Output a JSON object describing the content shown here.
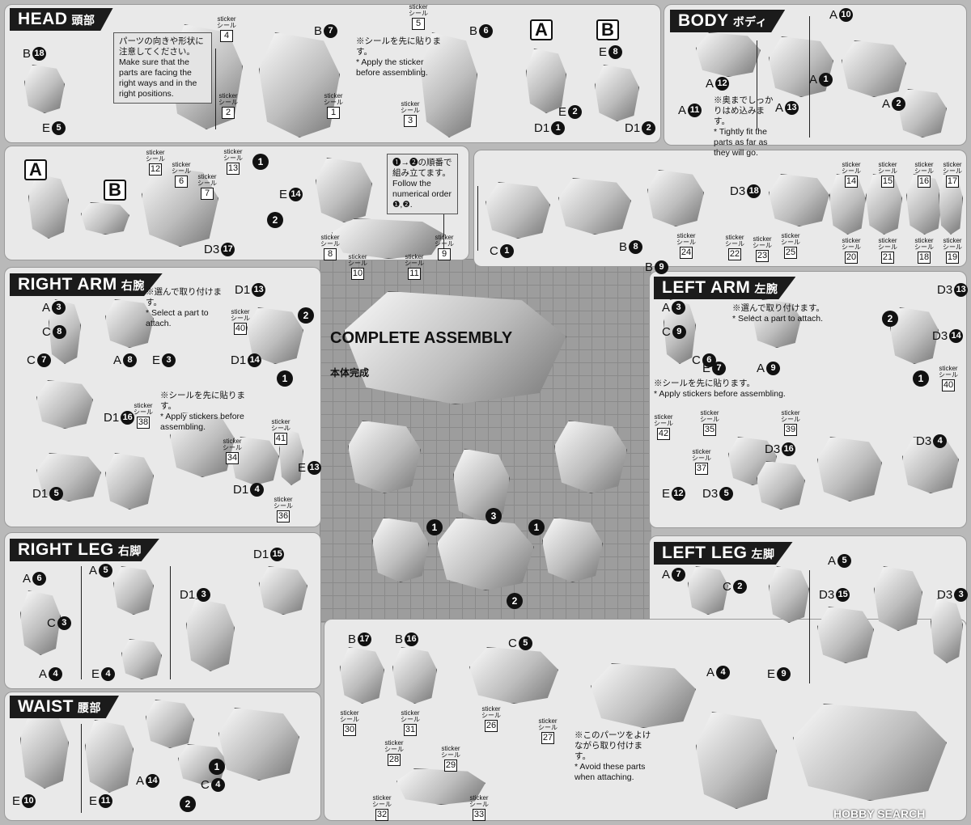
{
  "head": {
    "title": "HEAD",
    "title_jp": "頭部",
    "parts": [
      [
        "B",
        "18"
      ],
      [
        "E",
        "5"
      ],
      [
        "B",
        "7"
      ],
      [
        "B",
        "6"
      ],
      [
        "E",
        "2"
      ],
      [
        "D1",
        "1"
      ],
      [
        "E",
        "8"
      ],
      [
        "D1",
        "2"
      ]
    ],
    "letters": [
      "A",
      "B"
    ],
    "stickers": [
      "4",
      "2",
      "5",
      "1",
      "3"
    ],
    "notes": [
      {
        "jp": "パーツの向きや形状に注意してください。",
        "en": "Make sure that the parts are facing the right ways and in the right positions."
      },
      {
        "jp": "※シールを先に貼ります。",
        "en": "* Apply the sticker before assembling."
      }
    ]
  },
  "head_assembly": {
    "letters": [
      "A",
      "B"
    ],
    "parts": [
      [
        "E",
        "14"
      ],
      [
        "D3",
        "17"
      ]
    ],
    "steps": [
      "1",
      "2"
    ],
    "stickers": [
      "12",
      "6",
      "7",
      "13",
      "8",
      "9",
      "10",
      "11"
    ],
    "notes": [
      {
        "jp": "❶→❷の順番で組み立てます。",
        "en": "Follow the numerical order ❶,❷."
      }
    ]
  },
  "body": {
    "title": "BODY",
    "title_jp": "ボディ",
    "parts": [
      [
        "A",
        "10"
      ],
      [
        "A",
        "12"
      ],
      [
        "A",
        "13"
      ],
      [
        "A",
        "11"
      ],
      [
        "A",
        "1"
      ],
      [
        "A",
        "2"
      ]
    ],
    "notes": [
      {
        "jp": "※奥までしっかりはめ込みます。",
        "en": "* Tightly fit the parts as far as they will go."
      }
    ]
  },
  "torso": {
    "parts": [
      [
        "C",
        "1"
      ],
      [
        "B",
        "8"
      ],
      [
        "B",
        "9"
      ],
      [
        "D3",
        "18"
      ]
    ],
    "stickers": [
      "24",
      "22",
      "23",
      "25",
      "14",
      "15",
      "16",
      "17",
      "20",
      "21",
      "18",
      "19"
    ]
  },
  "right_arm": {
    "title": "RIGHT ARM",
    "title_jp": "右腕",
    "parts": [
      [
        "A",
        "3"
      ],
      [
        "C",
        "8"
      ],
      [
        "C",
        "7"
      ],
      [
        "A",
        "8"
      ],
      [
        "E",
        "3"
      ],
      [
        "D1",
        "13"
      ],
      [
        "D1",
        "14"
      ],
      [
        "D1",
        "16"
      ],
      [
        "D1",
        "5"
      ],
      [
        "D1",
        "4"
      ],
      [
        "E",
        "13"
      ]
    ],
    "steps": [
      "2",
      "1"
    ],
    "stickers": [
      "40",
      "38",
      "34",
      "41",
      "36"
    ],
    "notes": [
      {
        "jp": "※選んで取り付けます。",
        "en": "* Select a part to attach."
      },
      {
        "jp": "※シールを先に貼ります。",
        "en": "* Apply stickers before assembling."
      }
    ]
  },
  "left_arm": {
    "title": "LEFT ARM",
    "title_jp": "左腕",
    "parts": [
      [
        "A",
        "3"
      ],
      [
        "C",
        "9"
      ],
      [
        "C",
        "6"
      ],
      [
        "E",
        "7"
      ],
      [
        "A",
        "9"
      ],
      [
        "D3",
        "13"
      ],
      [
        "D3",
        "14"
      ],
      [
        "D3",
        "16"
      ],
      [
        "E",
        "12"
      ],
      [
        "D3",
        "5"
      ],
      [
        "D3",
        "4"
      ]
    ],
    "steps": [
      "2",
      "1"
    ],
    "stickers": [
      "40",
      "42",
      "35",
      "39",
      "37"
    ],
    "notes": [
      {
        "jp": "※選んで取り付けます。",
        "en": "* Select a part to attach."
      },
      {
        "jp": "※シールを先に貼ります。",
        "en": "* Apply stickers before assembling."
      }
    ]
  },
  "right_leg": {
    "title": "RIGHT LEG",
    "title_jp": "右脚",
    "parts": [
      [
        "A",
        "6"
      ],
      [
        "A",
        "5"
      ],
      [
        "C",
        "3"
      ],
      [
        "A",
        "4"
      ],
      [
        "E",
        "4"
      ],
      [
        "D1",
        "3"
      ],
      [
        "D1",
        "15"
      ]
    ]
  },
  "left_leg": {
    "title": "LEFT LEG",
    "title_jp": "左脚",
    "parts": [
      [
        "A",
        "5"
      ],
      [
        "A",
        "7"
      ],
      [
        "C",
        "2"
      ],
      [
        "A",
        "4"
      ],
      [
        "E",
        "9"
      ],
      [
        "D3",
        "15"
      ],
      [
        "D3",
        "3"
      ]
    ]
  },
  "waist": {
    "title": "WAIST",
    "title_jp": "腰部",
    "parts": [
      [
        "E",
        "10"
      ],
      [
        "E",
        "11"
      ],
      [
        "A",
        "14"
      ],
      [
        "C",
        "4"
      ]
    ],
    "steps": [
      "2",
      "1"
    ]
  },
  "wings": {
    "parts": [
      [
        "B",
        "17"
      ],
      [
        "B",
        "16"
      ],
      [
        "C",
        "5"
      ]
    ],
    "stickers": [
      "30",
      "31",
      "26",
      "27",
      "28",
      "29",
      "32",
      "33"
    ],
    "notes": [
      {
        "jp": "※このパーツをよけながら取り付けます。",
        "en": "* Avoid these parts when attaching."
      }
    ]
  },
  "complete": {
    "title": "COMPLETE ASSEMBLY",
    "title_jp": "本体完成",
    "steps": [
      "1",
      "3",
      "1",
      "2"
    ]
  },
  "sticker_label": {
    "en": "sticker",
    "jp": "シール"
  },
  "watermark": "HOBBY SEARCH"
}
